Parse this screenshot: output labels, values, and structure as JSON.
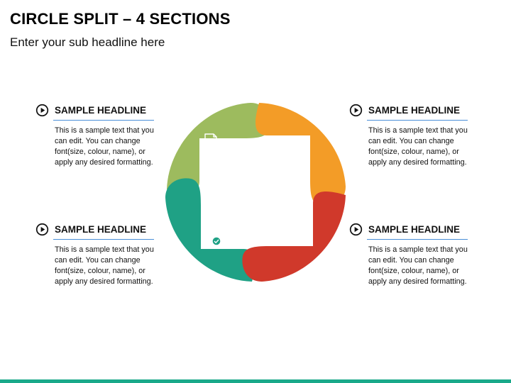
{
  "header": {
    "title": "CIRCLE SPLIT – 4 SECTIONS",
    "subtitle": "Enter your sub headline here"
  },
  "blocks": [
    {
      "headline": "SAMPLE HEADLINE",
      "body": "This is a sample text that you can edit. You can change font(size, colour, name), or apply any desired formatting."
    },
    {
      "headline": "SAMPLE HEADLINE",
      "body": "This is a sample text that you can edit. You can change font(size, colour, name), or apply any desired formatting."
    },
    {
      "headline": "SAMPLE HEADLINE",
      "body": "This is a sample text that you can edit. You can change font(size, colour, name), or apply any desired formatting."
    },
    {
      "headline": "SAMPLE HEADLINE",
      "body": "This is a sample text that you can edit. You can change font(size, colour, name), or apply any desired formatting."
    }
  ],
  "segments": [
    {
      "position": "top-left",
      "color": "#9dbb5e",
      "icon": "document-search-icon"
    },
    {
      "position": "top-right",
      "color": "#f39c27",
      "icon": "clipboard-checklist-icon"
    },
    {
      "position": "bottom-left",
      "color": "#1fa185",
      "icon": "checklist-approved-icon"
    },
    {
      "position": "bottom-right",
      "color": "#d0392b",
      "icon": "bar-chart-trend-icon"
    }
  ],
  "colors": {
    "accent_line": "#4a8fd8",
    "footer_bar": "#1aa98a"
  }
}
